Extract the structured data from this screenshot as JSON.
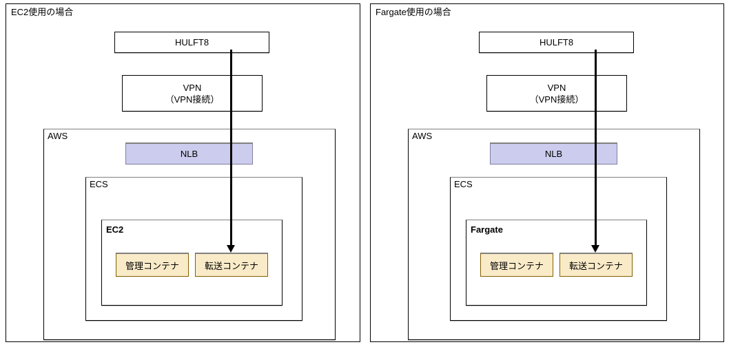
{
  "diagram": {
    "title": "HULFT8 on AWS ECS deployment comparison",
    "panels": [
      {
        "id": "ec2",
        "title": "EC2使用の場合",
        "hulft": "HULFT8",
        "vpn_line1": "VPN",
        "vpn_line2": "（VPN接続）",
        "aws": "AWS",
        "ecs": "ECS",
        "compute": "EC2",
        "container_admin": "管理コンテナ",
        "container_transfer": "転送コンテナ",
        "nlb": "NLB"
      },
      {
        "id": "fargate",
        "title": "Fargate使用の場合",
        "hulft": "HULFT8",
        "vpn_line1": "VPN",
        "vpn_line2": "（VPN接続）",
        "aws": "AWS",
        "ecs": "ECS",
        "compute": "Fargate",
        "container_admin": "管理コンテナ",
        "container_transfer": "転送コンテナ",
        "nlb": "NLB"
      }
    ],
    "colors": {
      "nlb_fill": "#ccccee",
      "nlb_border": "#7f7f9f",
      "container_fill": "#faebc8",
      "container_border": "#806000",
      "box_border": "#000000",
      "shadow": "#bfbfbf",
      "background": "#ffffff"
    },
    "connector": {
      "name": "hulft8-to-transfer-container-arrow",
      "from": "HULFT8",
      "to": "転送コンテナ",
      "style": "solid-down-arrow"
    }
  }
}
